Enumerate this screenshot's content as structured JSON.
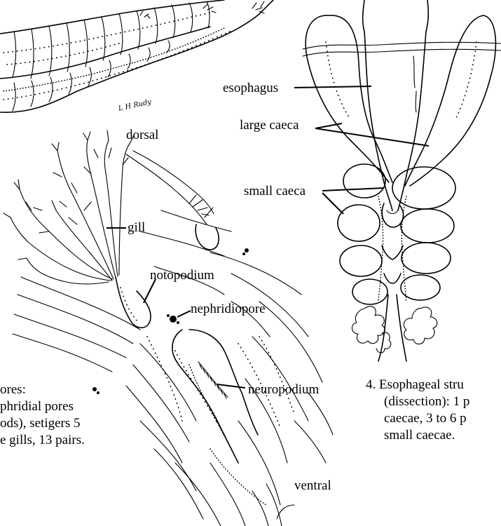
{
  "labels": {
    "esophagus": "esophagus",
    "large_caeca": "large caeca",
    "small_caeca": "small caeca",
    "dorsal": "dorsal",
    "gill": "gill",
    "notopodium": "notopodium",
    "nephridiopore": "nephridiopore",
    "neuropodium": "neuropodium",
    "ventral": "ventral"
  },
  "signature": "L H Rudy",
  "captions": {
    "left": [
      "ores:",
      "phridial pores",
      "ods), setigers 5",
      "e gills, 13 pairs."
    ],
    "right": [
      "4. Esophageal stru",
      "(dissection): 1 p",
      "caecae, 3 to 6 p",
      "small caecae."
    ]
  }
}
